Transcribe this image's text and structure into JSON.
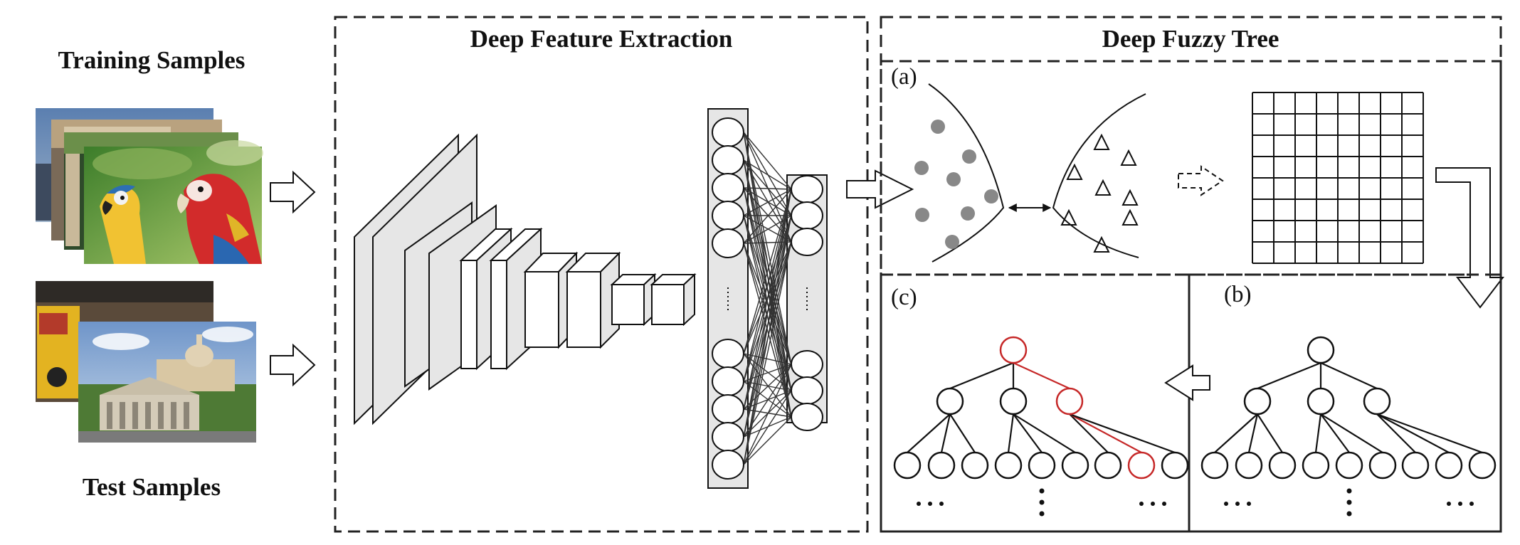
{
  "labels": {
    "training_samples": "Training Samples",
    "test_samples": "Test Samples",
    "deep_feature_extraction": "Deep Feature Extraction",
    "deep_fuzzy_tree": "Deep Fuzzy Tree",
    "panel_a": "(a)",
    "panel_b": "(b)",
    "panel_c": "(c)"
  },
  "colors": {
    "highlight_path": "#c62828",
    "cluster_dots": "#888888",
    "layer_fill": "#e6e6e6",
    "dashed_border": "#222222"
  },
  "icons": [
    "right-arrow-icon",
    "left-arrow-icon",
    "down-elbow-arrow-icon",
    "dashed-right-arrow-icon",
    "double-arrow-icon"
  ]
}
